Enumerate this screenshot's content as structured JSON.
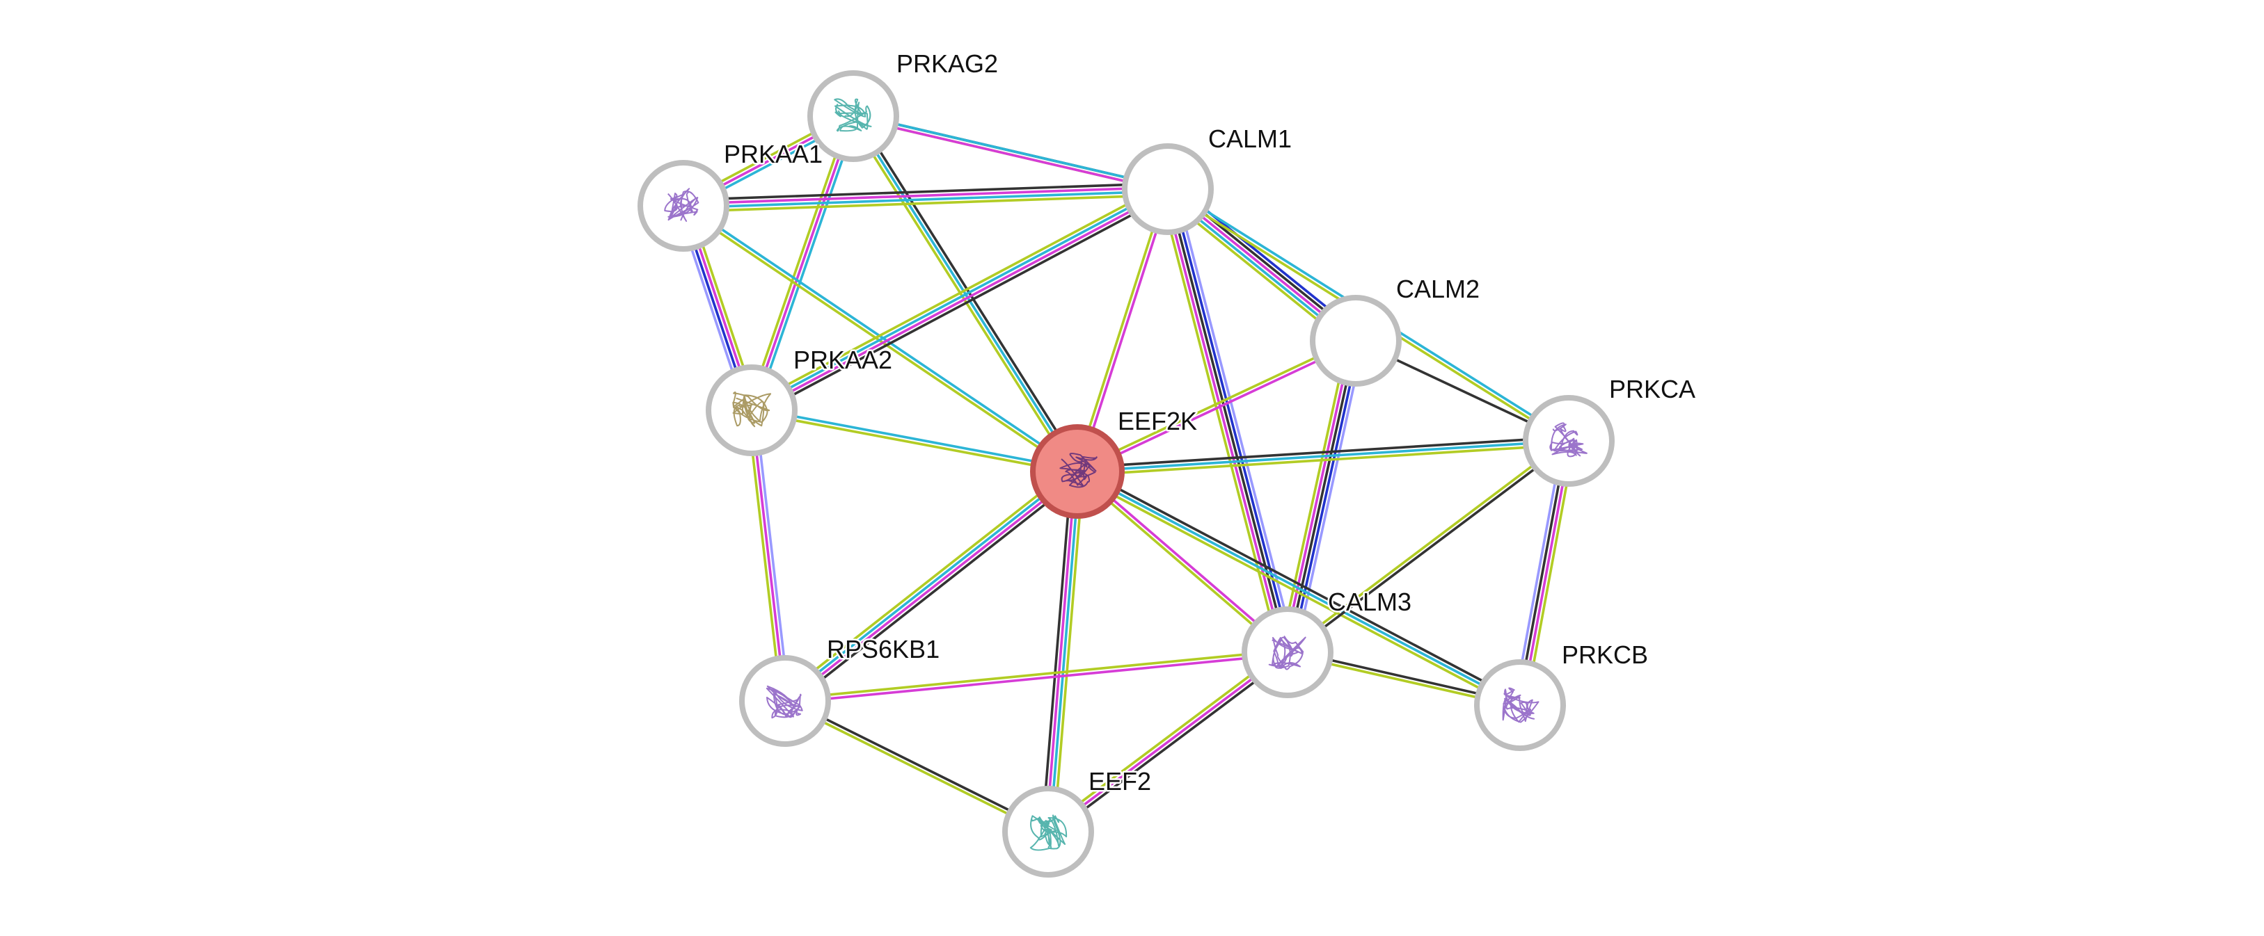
{
  "colors": {
    "background": "#ffffff",
    "node_ring": "#bebebe",
    "node_fill": "#ffffff",
    "query_node_fill": "#f08a85",
    "query_node_ring": "#c0504d",
    "edge_coexpression": "#333333",
    "edge_database": "#2cb5d6",
    "edge_experiment": "#d63cd6",
    "edge_textmining": "#b2cc24",
    "edge_homology": "#9999ff",
    "edge_neighborhood": "#2233cc",
    "structure_icon": "#8a5cc2"
  },
  "network": {
    "nodes": [
      {
        "id": "EEF2K",
        "label": "EEF2K",
        "query": true,
        "has_structure": true
      },
      {
        "id": "PRKAG2",
        "label": "PRKAG2",
        "has_structure": true
      },
      {
        "id": "PRKAA1",
        "label": "PRKAA1",
        "has_structure": true
      },
      {
        "id": "CALM1",
        "label": "CALM1",
        "has_structure": false
      },
      {
        "id": "CALM2",
        "label": "CALM2",
        "has_structure": false
      },
      {
        "id": "PRKAA2",
        "label": "PRKAA2",
        "has_structure": true
      },
      {
        "id": "PRKCA",
        "label": "PRKCA",
        "has_structure": true
      },
      {
        "id": "CALM3",
        "label": "CALM3",
        "has_structure": true
      },
      {
        "id": "PRKCB",
        "label": "PRKCB",
        "has_structure": true
      },
      {
        "id": "RPS6KB1",
        "label": "RPS6KB1",
        "has_structure": true
      },
      {
        "id": "EEF2",
        "label": "EEF2",
        "has_structure": true
      }
    ],
    "edges": [
      {
        "source": "PRKAG2",
        "target": "CALM1",
        "evidence": [
          "coexpression",
          "textmining"
        ]
      },
      {
        "source": "PRKAG2",
        "target": "PRKAA1",
        "evidence": [
          "database",
          "experiment",
          "textmining"
        ]
      },
      {
        "source": "PRKAG2",
        "target": "PRKAA2",
        "evidence": [
          "database",
          "experiment",
          "textmining"
        ]
      },
      {
        "source": "PRKAG2",
        "target": "EEF2K",
        "evidence": [
          "coexpression",
          "database",
          "textmining"
        ]
      },
      {
        "source": "PRKAG2",
        "target": "CALM1",
        "evidence": [
          "database",
          "experiment"
        ]
      },
      {
        "source": "PRKAA1",
        "target": "CALM1",
        "evidence": [
          "coexpression",
          "experiment",
          "database",
          "textmining"
        ]
      },
      {
        "source": "PRKAA1",
        "target": "PRKAA2",
        "evidence": [
          "textmining",
          "experiment",
          "neighborhood",
          "homology"
        ]
      },
      {
        "source": "PRKAA1",
        "target": "EEF2K",
        "evidence": [
          "database",
          "textmining"
        ]
      },
      {
        "source": "CALM1",
        "target": "PRKAA2",
        "evidence": [
          "coexpression",
          "experiment",
          "database",
          "textmining"
        ]
      },
      {
        "source": "CALM1",
        "target": "EEF2K",
        "evidence": [
          "experiment",
          "textmining"
        ]
      },
      {
        "source": "CALM1",
        "target": "CALM2",
        "evidence": [
          "neighborhood",
          "coexpression",
          "experiment",
          "database",
          "textmining"
        ]
      },
      {
        "source": "CALM1",
        "target": "CALM3",
        "evidence": [
          "homology",
          "neighborhood",
          "coexpression",
          "experiment",
          "textmining"
        ]
      },
      {
        "source": "CALM1",
        "target": "PRKCA",
        "evidence": [
          "database",
          "textmining"
        ]
      },
      {
        "source": "CALM2",
        "target": "EEF2K",
        "evidence": [
          "experiment",
          "textmining"
        ]
      },
      {
        "source": "CALM2",
        "target": "CALM3",
        "evidence": [
          "homology",
          "neighborhood",
          "coexpression",
          "experiment",
          "textmining"
        ]
      },
      {
        "source": "CALM2",
        "target": "PRKCA",
        "evidence": [
          "coexpression"
        ]
      },
      {
        "source": "PRKAA2",
        "target": "EEF2K",
        "evidence": [
          "database",
          "textmining"
        ]
      },
      {
        "source": "PRKAA2",
        "target": "RPS6KB1",
        "evidence": [
          "homology",
          "experiment",
          "textmining"
        ]
      },
      {
        "source": "EEF2K",
        "target": "PRKCA",
        "evidence": [
          "coexpression",
          "database",
          "textmining"
        ]
      },
      {
        "source": "EEF2K",
        "target": "CALM3",
        "evidence": [
          "experiment",
          "textmining"
        ]
      },
      {
        "source": "EEF2K",
        "target": "PRKCB",
        "evidence": [
          "coexpression",
          "database",
          "textmining"
        ]
      },
      {
        "source": "EEF2K",
        "target": "RPS6KB1",
        "evidence": [
          "coexpression",
          "experiment",
          "database",
          "textmining"
        ]
      },
      {
        "source": "EEF2K",
        "target": "EEF2",
        "evidence": [
          "textmining",
          "database",
          "experiment",
          "coexpression"
        ]
      },
      {
        "source": "PRKCA",
        "target": "CALM3",
        "evidence": [
          "coexpression",
          "textmining"
        ]
      },
      {
        "source": "PRKCA",
        "target": "PRKCB",
        "evidence": [
          "textmining",
          "experiment",
          "coexpression",
          "homology"
        ]
      },
      {
        "source": "CALM3",
        "target": "PRKCB",
        "evidence": [
          "coexpression",
          "textmining"
        ]
      },
      {
        "source": "CALM3",
        "target": "RPS6KB1",
        "evidence": [
          "experiment",
          "textmining"
        ]
      },
      {
        "source": "CALM3",
        "target": "EEF2",
        "evidence": [
          "coexpression",
          "experiment",
          "textmining"
        ]
      },
      {
        "source": "RPS6KB1",
        "target": "EEF2",
        "evidence": [
          "coexpression",
          "textmining"
        ]
      }
    ]
  }
}
